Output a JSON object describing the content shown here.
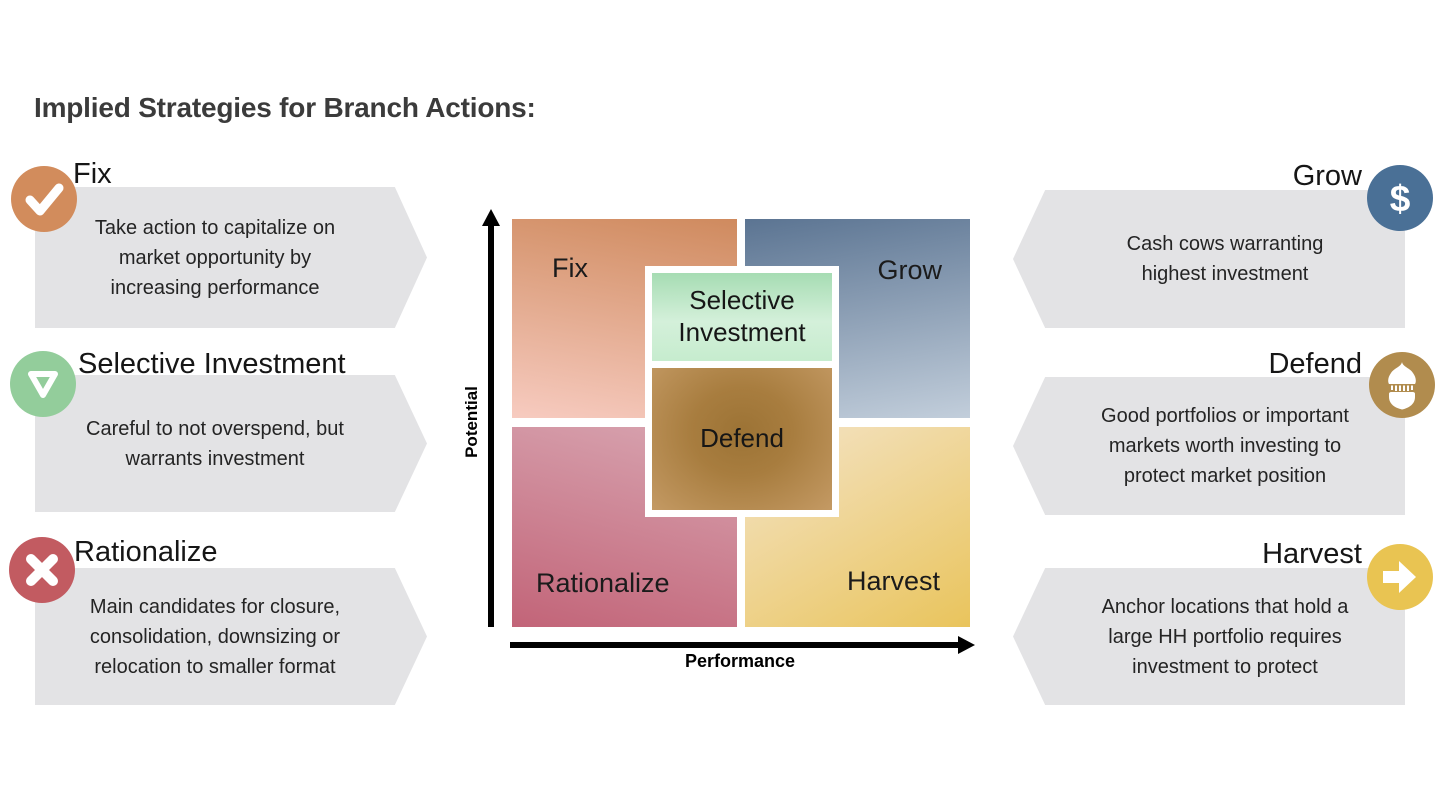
{
  "title": "Implied Strategies for Branch Actions:",
  "axes": {
    "x": "Performance",
    "y": "Potential"
  },
  "matrix": {
    "quadrants": {
      "top_left": {
        "label": "Fix",
        "color_top": "#CF8A5E",
        "color_bottom": "#F7CBC0"
      },
      "top_right": {
        "label": "Grow",
        "color_top": "#5B7492",
        "color_bottom": "#C2CEDB"
      },
      "bottom_left": {
        "label": "Rationalize",
        "color_top": "#D8A5B1",
        "color_bottom": "#C26478"
      },
      "bottom_right": {
        "label": "Harvest",
        "color_top": "#F4E4C8",
        "color_bottom": "#E9C45C"
      }
    },
    "center": {
      "top": {
        "label": "Selective\nInvestment",
        "color_top": "#A6DCB3",
        "color_bottom": "#C6ECCE"
      },
      "bottom": {
        "label": "Defend",
        "color_center": "#9C7335",
        "color_edge": "#C49A64"
      }
    }
  },
  "bubble_color": "#E3E3E5",
  "callouts": {
    "left": [
      {
        "heading": "Fix",
        "text": "Take action to capitalize on\nmarket opportunity by\nincreasing performance",
        "icon": "check-icon",
        "icon_color": "#D28C5C"
      },
      {
        "heading": "Selective Investment",
        "text": "Careful to not overspend, but\nwarrants investment",
        "icon": "triangle-down-icon",
        "icon_color": "#93CD9B"
      },
      {
        "heading": "Rationalize",
        "text": "Main candidates for closure,\nconsolidation, downsizing or\nrelocation to smaller format",
        "icon": "x-icon",
        "icon_color": "#C25B61"
      }
    ],
    "right": [
      {
        "heading": "Grow",
        "text": "Cash cows warranting\nhighest investment",
        "icon": "dollar-icon",
        "icon_color": "#4A7096",
        "glyph": "$"
      },
      {
        "heading": "Defend",
        "text": "Good portfolios or important\nmarkets worth investing to\nprotect market position",
        "icon": "knight-helmet-icon",
        "icon_color": "#B18C4E"
      },
      {
        "heading": "Harvest",
        "text": "Anchor locations that hold a\nlarge HH portfolio requires\ninvestment to protect",
        "icon": "arrow-right-icon",
        "icon_color": "#E9C452"
      }
    ]
  }
}
